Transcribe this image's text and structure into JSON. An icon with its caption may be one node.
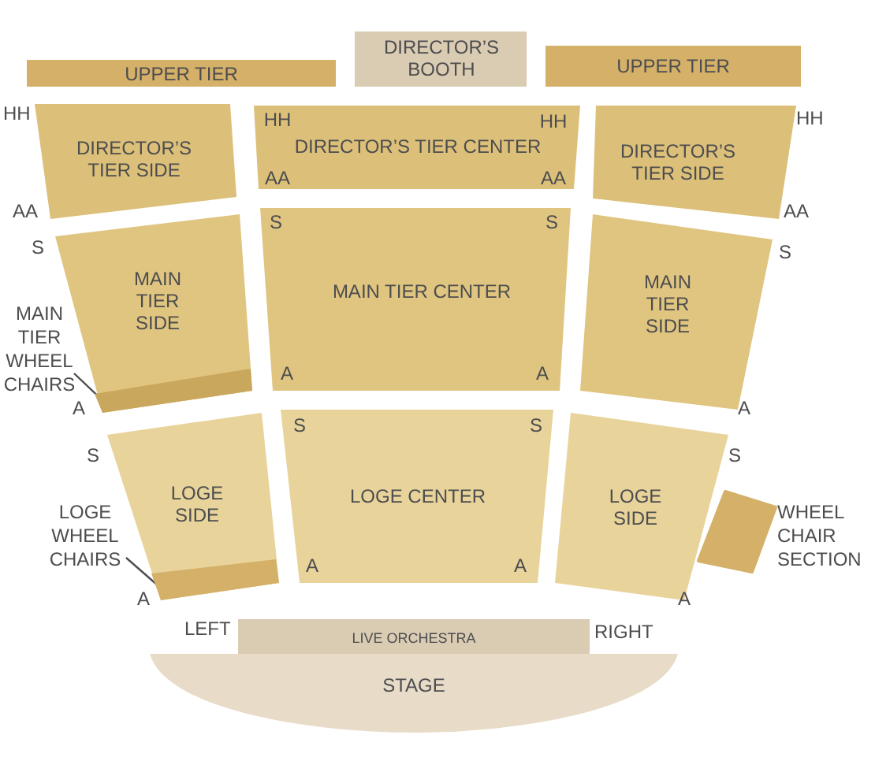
{
  "diagram": {
    "nodes": [
      {
        "text": [
          "UPPER TIER"
        ]
      },
      {
        "text": [
          "DIRECTOR’S BOOTH"
        ]
      },
      {
        "text": [
          "UPPER TIER"
        ]
      },
      {
        "text": [
          "DIRECTOR’S TIER SIDE"
        ]
      },
      {
        "text": [
          "HH",
          "HH",
          "DIRECTOR’S TIER CENTER",
          "AA",
          "AA"
        ]
      },
      {
        "text": [
          "DIRECTOR’S TIER SIDE"
        ]
      },
      {
        "text": [
          "MAIN TIER SIDE"
        ]
      },
      {
        "text": [],
        "shape": "bar",
        "in": 6
      },
      {
        "text": [
          "S",
          "S",
          "MAIN TIER CENTER",
          "A",
          "A"
        ]
      },
      {
        "text": [
          "MAIN TIER SIDE"
        ]
      },
      {
        "text": [
          "LOGE SIDE"
        ]
      },
      {
        "text": [],
        "shape": "bar",
        "in": 10
      },
      {
        "text": [
          "S",
          "S",
          "LOGE CENTER",
          "A",
          "A"
        ]
      },
      {
        "text": [
          "LOGE SIDE"
        ]
      },
      {
        "text": [],
        "shape": "box",
        "beside": [
          "WHEEL CHAIR SECTION"
        ]
      },
      {
        "text": [
          "LIVE ORCHESTRA"
        ]
      },
      {
        "text": [
          "STAGE"
        ]
      },
      {
        "text": [
          "MAIN TIER WHEEL CHAIRS"
        ]
      },
      {
        "text": [
          "LOGE WHEEL CHAIRS"
        ]
      }
    ],
    "edges": [
      {
        "from": 17,
        "to": 7,
        "arrow": "none"
      },
      {
        "from": 18,
        "to": 11,
        "arrow": "none"
      }
    ],
    "labels": [
      "HH",
      "HH",
      "AA",
      "AA",
      "S",
      "S",
      "A",
      "A",
      "S",
      "S",
      "A",
      "A",
      "LEFT",
      "RIGHT"
    ]
  }
}
